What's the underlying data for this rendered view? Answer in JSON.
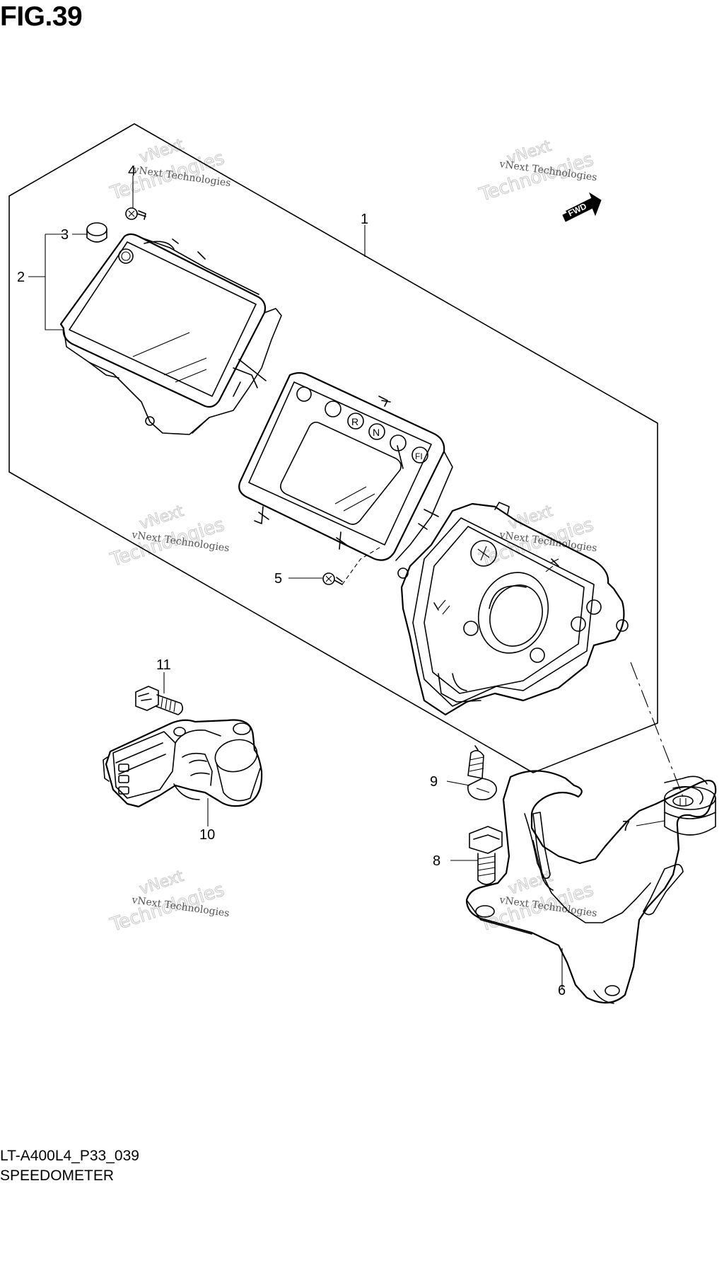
{
  "figure": {
    "title": "FIG.39",
    "model_code": "LT-A400L4_P33_039",
    "name": "SPEEDOMETER",
    "direction_label": "FWD"
  },
  "callouts": [
    "1",
    "2",
    "3",
    "4",
    "5",
    "6",
    "7",
    "8",
    "9",
    "10",
    "11"
  ],
  "watermark": {
    "line1": "vNext Technologies",
    "line2": "vNext",
    "line3": "Technologies"
  }
}
